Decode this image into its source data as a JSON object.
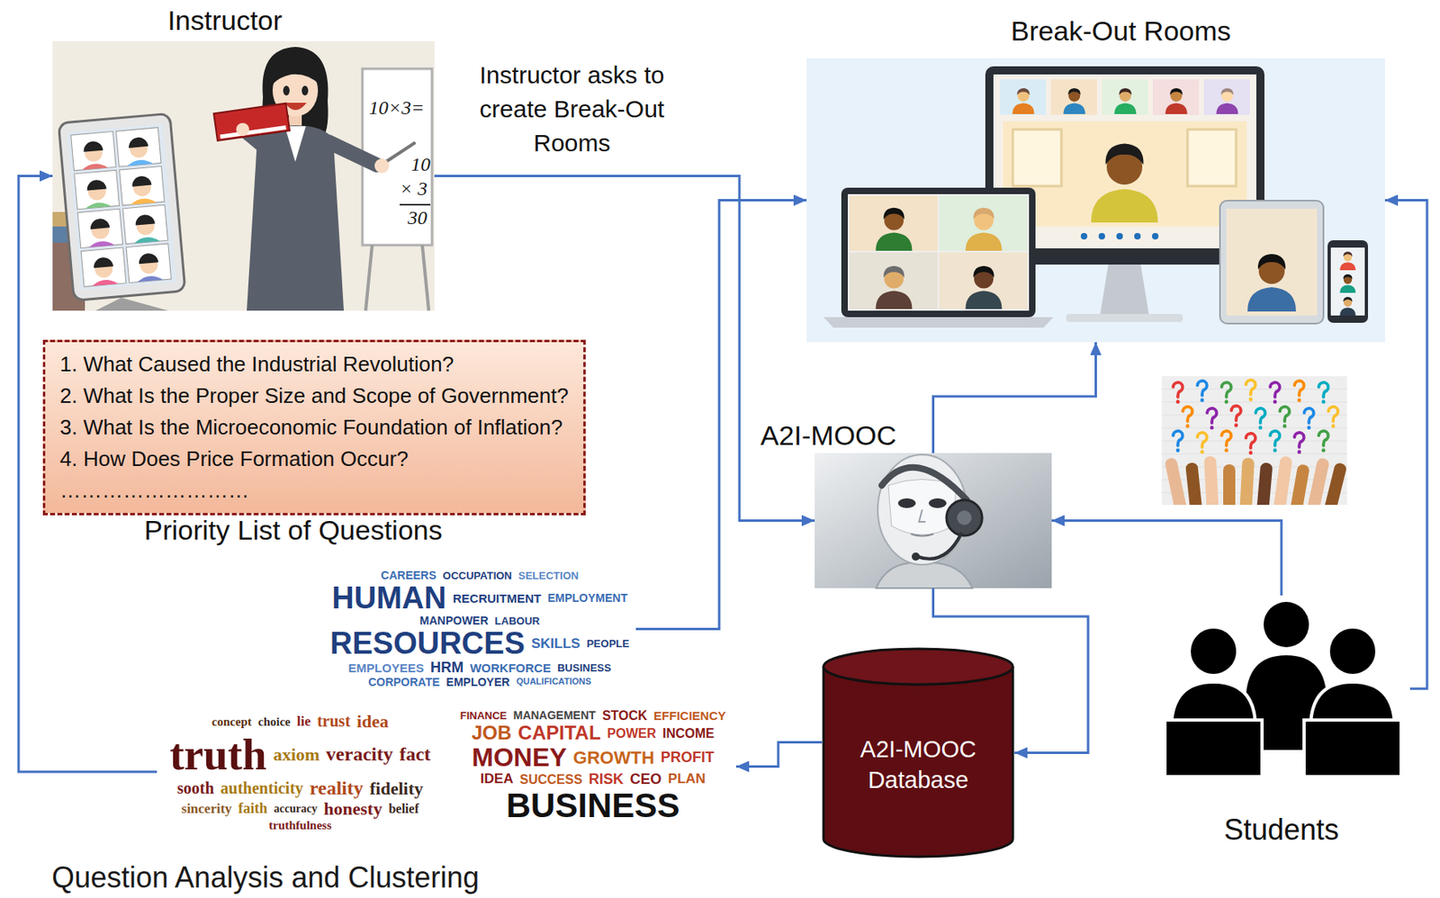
{
  "diagram": {
    "nodes": [
      {
        "text": [
          "Instructor"
        ]
      },
      {
        "text": [
          "Break-Out Rooms"
        ]
      },
      {
        "text": [
          "1. What Caused the Industrial Revolution?",
          "2. What Is the Proper Size and Scope of Government?",
          "3. What Is the Microeconomic Foundation of Inflation?",
          "4. How Does Price Formation Occur?",
          "………………………",
          "Priority List of Questions"
        ]
      },
      {
        "text": [
          "A2I-MOOC"
        ]
      },
      {
        "text": [
          "CAREERS",
          "OCCUPATION",
          "SELECTION",
          "HUMAN",
          "RECRUITMENT",
          "EMPLOYMENT",
          "MANPOWER",
          "LABOUR",
          "RESOURCES",
          "SKILLS",
          "PEOPLE",
          "EMPLOYEES",
          "HRM",
          "WORKFORCE",
          "BUSINESS",
          "CORPORATE",
          "EMPLOYER",
          "QUALIFICATIONS"
        ]
      },
      {
        "text": [
          "A2I-MOOC Database"
        ]
      },
      {
        "text": [
          "Students"
        ]
      },
      {
        "text": [
          "concept",
          "choice",
          "lie",
          "trust",
          "idea",
          "truth",
          "axiom",
          "veracity",
          "fact",
          "sooth",
          "authenticity",
          "reality",
          "fidelity",
          "sincerity",
          "faith",
          "accuracy",
          "honesty",
          "belief",
          "truthfulness"
        ]
      },
      {
        "text": [
          "FINANCE",
          "MANAGEMENT",
          "STOCK",
          "EFFICIENCY",
          "JOB",
          "CAPITAL",
          "POWER",
          "INCOME",
          "MONEY",
          "GROWTH",
          "PROFIT",
          "IDEA",
          "SUCCESS",
          "RISK",
          "CEO",
          "PLAN",
          "BUSINESS"
        ]
      }
    ],
    "edges": [
      {
        "from": 0,
        "to": 3,
        "arrow": "to",
        "label": "Instructor asks to create Break-Out Rooms"
      },
      {
        "from": 4,
        "to": 1,
        "arrow": "to"
      },
      {
        "from": 3,
        "to": 1,
        "arrow": "to"
      },
      {
        "from": 3,
        "to": 5,
        "arrow": "to"
      },
      {
        "from": 5,
        "to": 8,
        "arrow": "to"
      },
      {
        "from": 7,
        "to": 0,
        "arrow": "to"
      },
      {
        "from": 6,
        "to": 3,
        "arrow": "to"
      },
      {
        "from": 6,
        "to": 1,
        "arrow": "to"
      }
    ],
    "labels": [
      "Question Analysis and Clustering",
      "10×3=",
      "10",
      "× 3",
      "30"
    ]
  }
}
